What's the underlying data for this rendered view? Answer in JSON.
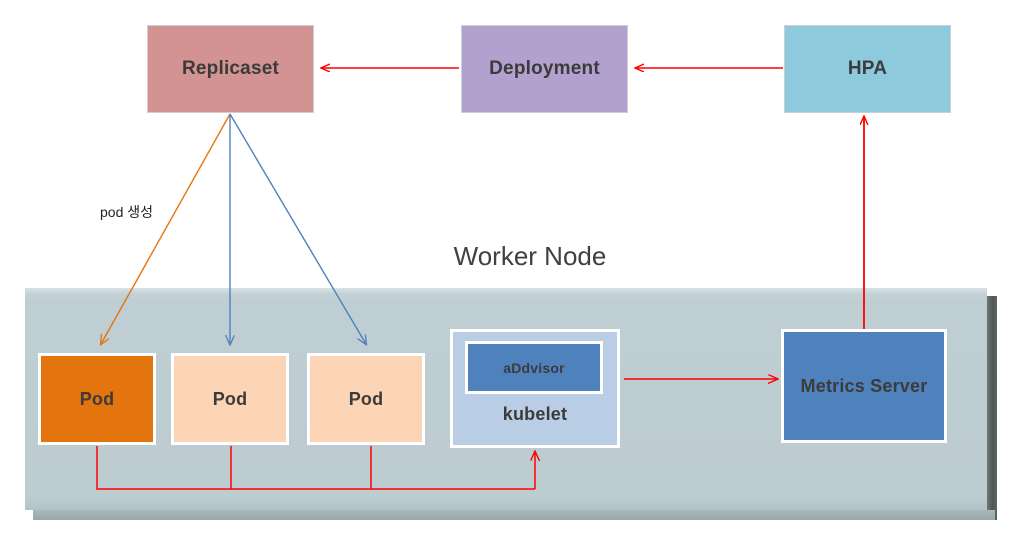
{
  "diagram": {
    "title": "Kubernetes HPA / Worker Node autoscaling diagram",
    "colors": {
      "replicaset": "#d29392",
      "deployment": "#b2a1ce",
      "hpa": "#8ecadd",
      "worker_node": "#bfced3",
      "pod_active": "#e4740e",
      "pod_idle": "#fbd5b5",
      "kubelet": "#b9cde5",
      "blue_component": "#4f81bd",
      "arrow_red": "#ff0000",
      "arrow_orange": "#e4740e",
      "arrow_blue": "#4f81bd"
    }
  },
  "control_plane": {
    "replicaset": {
      "label": "Replicaset"
    },
    "deployment": {
      "label": "Deployment"
    },
    "hpa": {
      "label": "HPA"
    }
  },
  "worker_node": {
    "label": "Worker Node",
    "pods": [
      {
        "label": "Pod",
        "state": "active"
      },
      {
        "label": "Pod",
        "state": "idle"
      },
      {
        "label": "Pod",
        "state": "idle"
      }
    ],
    "kubelet": {
      "label": "kubelet",
      "inner": {
        "label": "aDdvisor"
      }
    },
    "metrics_server": {
      "label": "Metrics Server"
    }
  },
  "annotations": {
    "pod_create": "pod 생성"
  }
}
